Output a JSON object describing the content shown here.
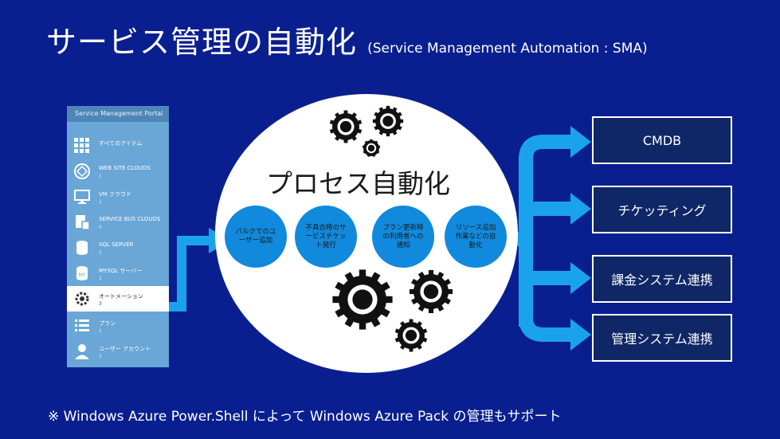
{
  "title": {
    "main": "サービス管理の自動化",
    "sub": "(Service Management Automation : SMA)"
  },
  "portal": {
    "header": "Service Management Portal",
    "items": [
      {
        "label": "すべてのアイテム",
        "count": "",
        "icon": "grid-icon"
      },
      {
        "label": "WEB SITE CLOUDS",
        "count": "1",
        "icon": "website-icon"
      },
      {
        "label": "VM クラウド",
        "count": "2",
        "icon": "monitor-icon"
      },
      {
        "label": "SERVICE BUS CLOUDS",
        "count": "0",
        "icon": "servicebus-icon"
      },
      {
        "label": "SQL SERVER",
        "count": "1",
        "icon": "database-icon"
      },
      {
        "label": "MYSQL サーバー",
        "count": "1",
        "icon": "mysql-icon"
      },
      {
        "label": "オートメーション",
        "count": "3",
        "icon": "automation-icon",
        "selected": true
      },
      {
        "label": "プラン",
        "count": "1",
        "icon": "list-icon"
      },
      {
        "label": "ユーザー アカウント",
        "count": "2",
        "icon": "user-icon"
      }
    ]
  },
  "process": {
    "title": "プロセス自動化",
    "bubbles": [
      "バルクでのユーザー追加",
      "不具合時のサービスチケット発行",
      "プラン更新時の利用者への通知",
      "リソース追加作業などの自動化"
    ]
  },
  "targets": [
    "CMDB",
    "チケッティング",
    "課金システム連携",
    "管理システム連携"
  ],
  "footer": "※ Windows Azure Power.Shell によって Windows Azure Pack の管理もサポート",
  "colors": {
    "background": "#0a1f8f",
    "arrow": "#1aa3ec",
    "bubble": "#1189dc",
    "box": "#0f2766",
    "portal": "#6aa6d6"
  }
}
